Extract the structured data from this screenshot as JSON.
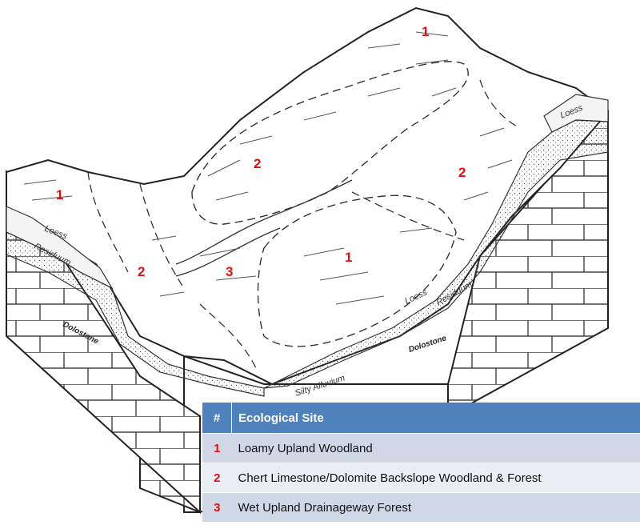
{
  "diagram": {
    "site_markers": [
      "1",
      "1",
      "1",
      "2",
      "2",
      "2",
      "3"
    ],
    "layer_labels": {
      "loess_left": "Loess",
      "residuum_left": "Residuum",
      "loess_right": "Loess",
      "loess_mid": "Loess",
      "residuum_mid": "Residuum",
      "silty_alluvium": "Silty Alluvium",
      "dolostone_left": "Dolostone",
      "dolostone_right": "Dolostone"
    },
    "colors": {
      "marker": "#e01010",
      "header": "#4f81bd",
      "row_dark": "#d0d8e8",
      "row_light": "#e9edf4"
    }
  },
  "legend": {
    "headers": {
      "num": "#",
      "site": "Ecological Site"
    },
    "rows": [
      {
        "num": "1",
        "site": "Loamy Upland Woodland"
      },
      {
        "num": "2",
        "site": "Chert Limestone/Dolomite Backslope Woodland & Forest"
      },
      {
        "num": "3",
        "site": "Wet Upland Drainageway Forest"
      }
    ]
  }
}
